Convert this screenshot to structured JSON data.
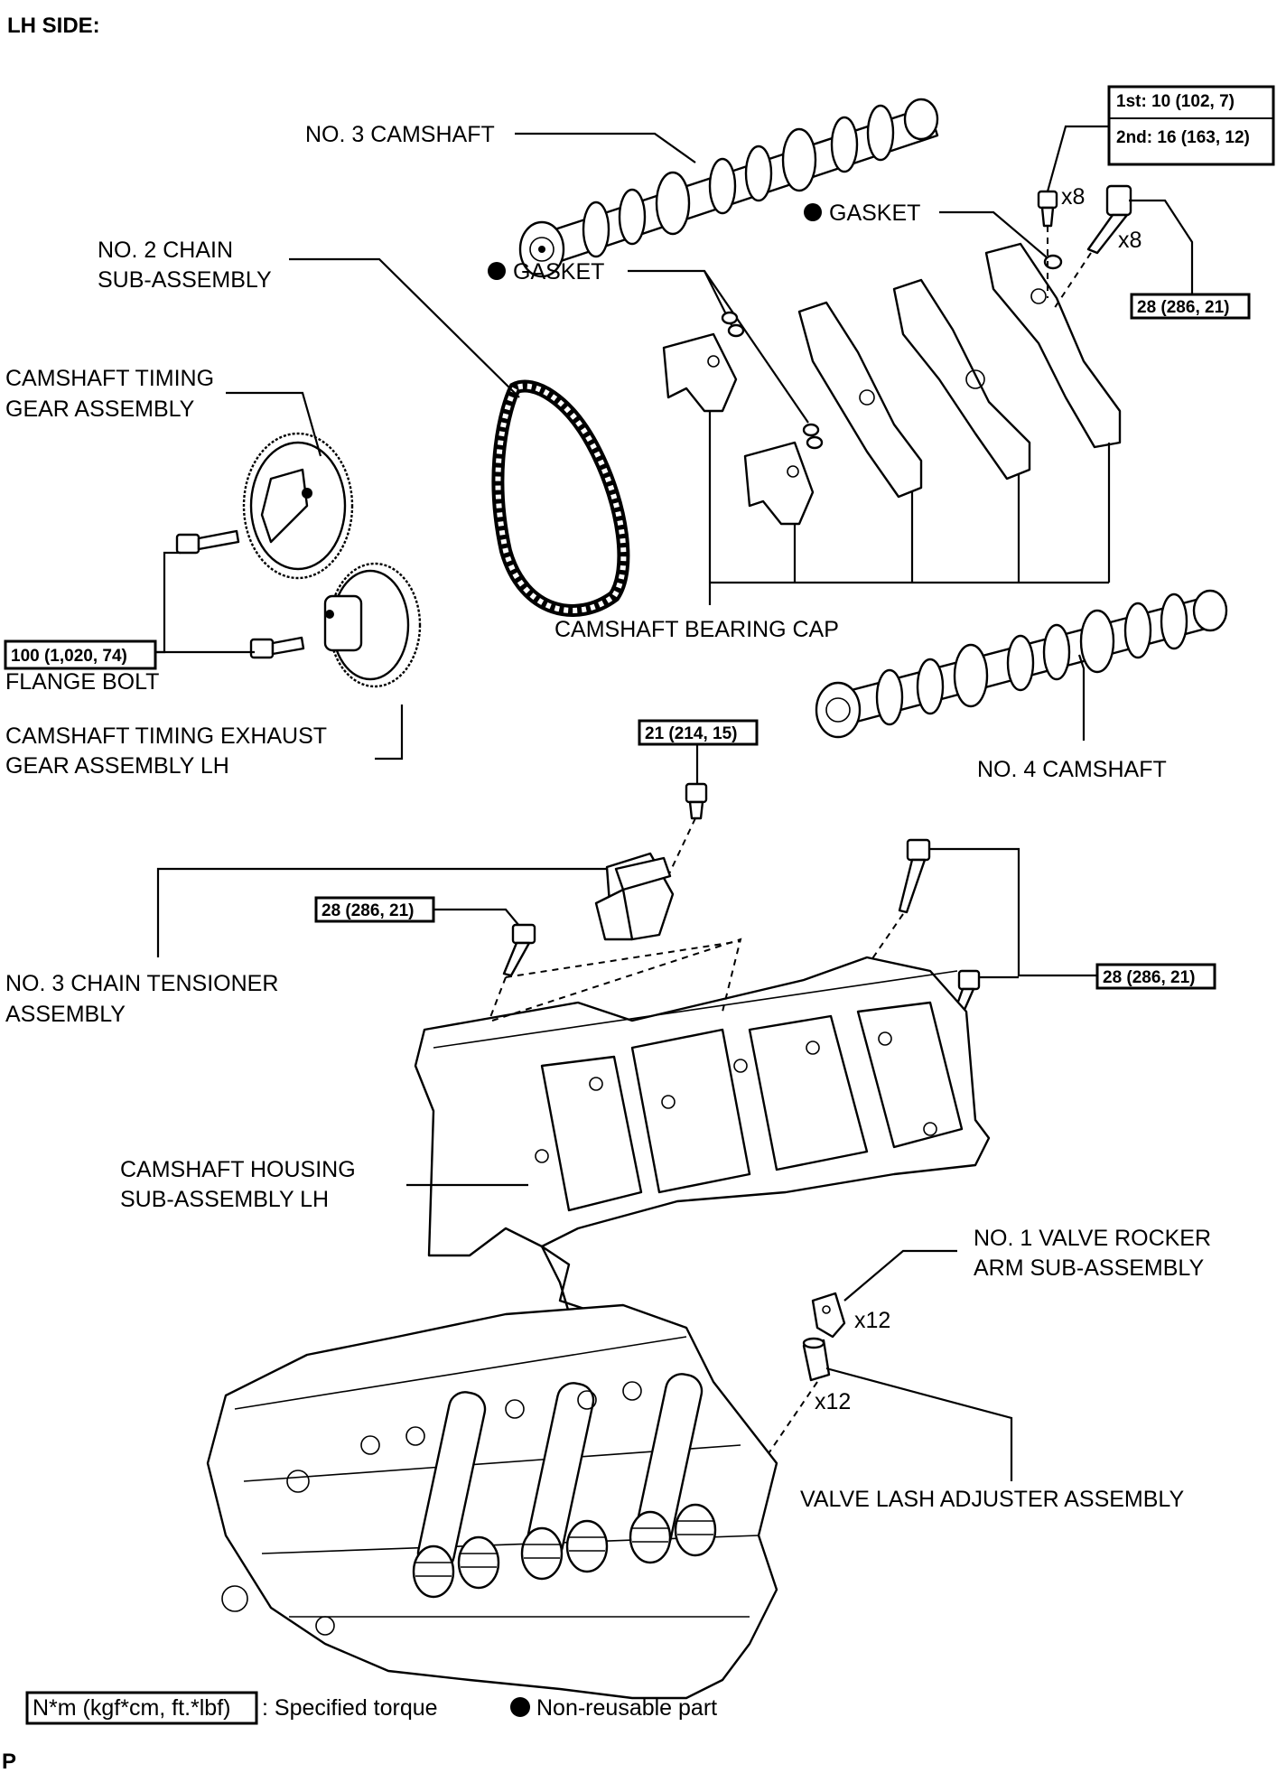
{
  "header": {
    "title": "LH SIDE:"
  },
  "labels": {
    "no3_camshaft": "NO. 3 CAMSHAFT",
    "no2_chain_l1": "NO. 2 CHAIN",
    "no2_chain_l2": "SUB-ASSEMBLY",
    "timing_gear_l1": "CAMSHAFT TIMING",
    "timing_gear_l2": "GEAR ASSEMBLY",
    "gasket_upper": "GASKET",
    "gasket_lower": "GASKET",
    "flange_bolt": "FLANGE BOLT",
    "exhaust_gear_l1": "CAMSHAFT TIMING EXHAUST",
    "exhaust_gear_l2": "GEAR ASSEMBLY LH",
    "bearing_cap": "CAMSHAFT BEARING CAP",
    "no4_camshaft": "NO. 4 CAMSHAFT",
    "tensioner_l1": "NO. 3 CHAIN TENSIONER",
    "tensioner_l2": "ASSEMBLY",
    "housing_l1": "CAMSHAFT HOUSING",
    "housing_l2": "SUB-ASSEMBLY LH",
    "rocker_l1": "NO. 1 VALVE ROCKER",
    "rocker_l2": "ARM SUB-ASSEMBLY",
    "lash_adjuster": "VALVE LASH ADJUSTER ASSEMBLY"
  },
  "quantities": {
    "cap_bolt_small": "x8",
    "cap_bolt_large": "x8",
    "rocker": "x12",
    "lash": "x12"
  },
  "torques": {
    "cap_first": "1st: 10 (102, 7)",
    "cap_second": "2nd: 16 (163, 12)",
    "cap_bolt": "28 (286, 21)",
    "flange_bolt": "100 (1,020, 74)",
    "tensioner_bolt": "21 (214, 15)",
    "housing_left": "28 (286, 21)",
    "housing_right": "28 (286, 21)"
  },
  "legend": {
    "torque_box": "N*m (kgf*cm, ft.*lbf)",
    "torque_desc": ": Specified torque",
    "non_reusable": "Non-reusable part"
  },
  "footer": {
    "code": "P"
  }
}
